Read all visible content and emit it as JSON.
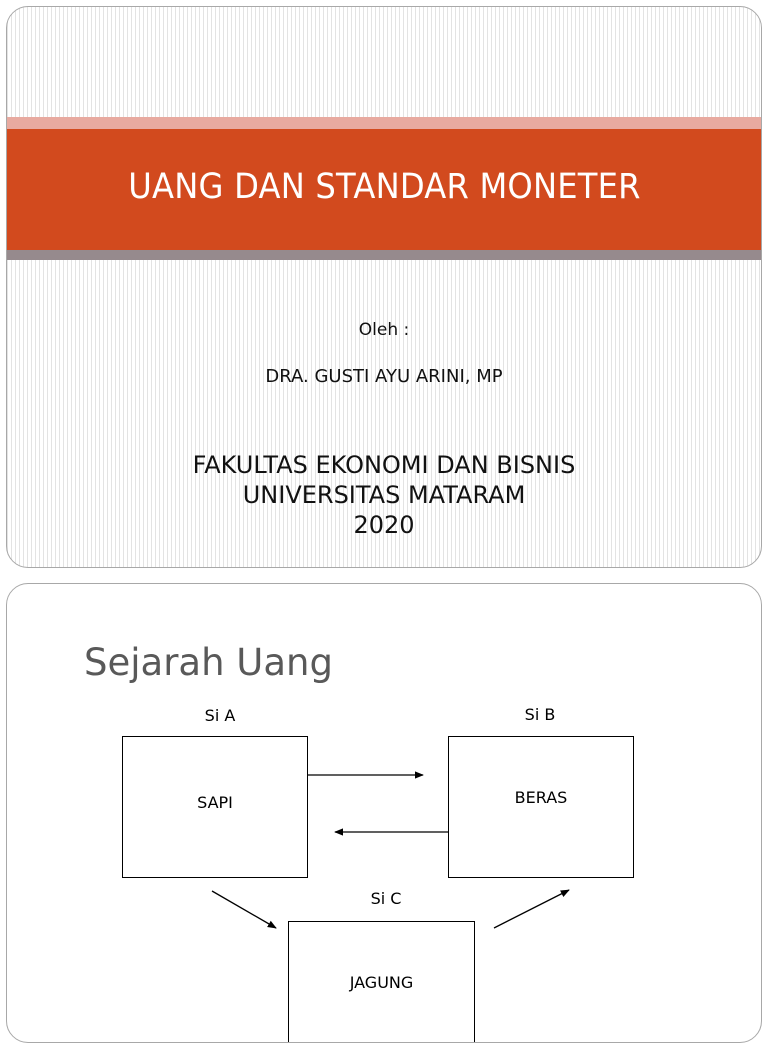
{
  "slide1": {
    "title": "UANG DAN STANDAR MONETER",
    "oleh": "Oleh :",
    "author": "DRA. GUSTI AYU ARINI, MP",
    "faculty": "FAKULTAS EKONOMI DAN BISNIS",
    "university": "UNIVERSITAS MATARAM",
    "year": "2020",
    "colors": {
      "title_band": "#d24a1e",
      "top_stripe": "#e8aaa0",
      "bottom_stripe": "#968a8d"
    }
  },
  "slide2": {
    "title": "Sejarah Uang",
    "parties": [
      {
        "person": "Si A",
        "item": "SAPI"
      },
      {
        "person": "Si B",
        "item": "BERAS"
      },
      {
        "person": "Si C",
        "item": "JAGUNG"
      }
    ]
  }
}
